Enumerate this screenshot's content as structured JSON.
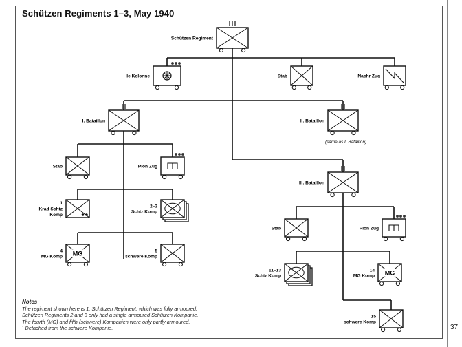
{
  "title": "Schützen Regiments 1–3, May 1940",
  "units": [
    {
      "name": "Schützen Regiment",
      "echelon": "III"
    },
    {
      "name": "le Kolonne"
    },
    {
      "name": "Stab"
    },
    {
      "name": "Nachr Zug"
    },
    {
      "name": "I. Bataillon",
      "echelon": "II"
    },
    {
      "name": "II. Bataillon",
      "echelon": "II",
      "note": "(same as I. Bataillon)"
    },
    {
      "name": "III. Bataillon",
      "echelon": "II"
    },
    {
      "name": "Stab"
    },
    {
      "name": "Pion Zug"
    },
    {
      "name": "1\nKrad Schtz\nKomp"
    },
    {
      "name": "2–3\nSchtz Komp"
    },
    {
      "name": "4\nMG Komp",
      "symbol_text": "MG"
    },
    {
      "name": "5\nschwere Komp"
    },
    {
      "name": "Stab"
    },
    {
      "name": "Pion Zug"
    },
    {
      "name": "11–13\nSchtz Komp"
    },
    {
      "name": "14\nMG Komp",
      "symbol_text": "MG"
    },
    {
      "name": "15\nschwere Komp"
    }
  ],
  "notes": {
    "heading": "Notes",
    "lines": [
      "The regiment shown here is 1. Schützen Regiment, which was fully armoured.",
      "Schützen Regiments 2 and 3 only had a single armoured Schützen Kompanie.",
      "The fourth (MG) and fifth (schwere) Kompanien were only partly armoured.",
      "¹ Detached from the schwere Kompanie."
    ]
  },
  "page_number": "37"
}
